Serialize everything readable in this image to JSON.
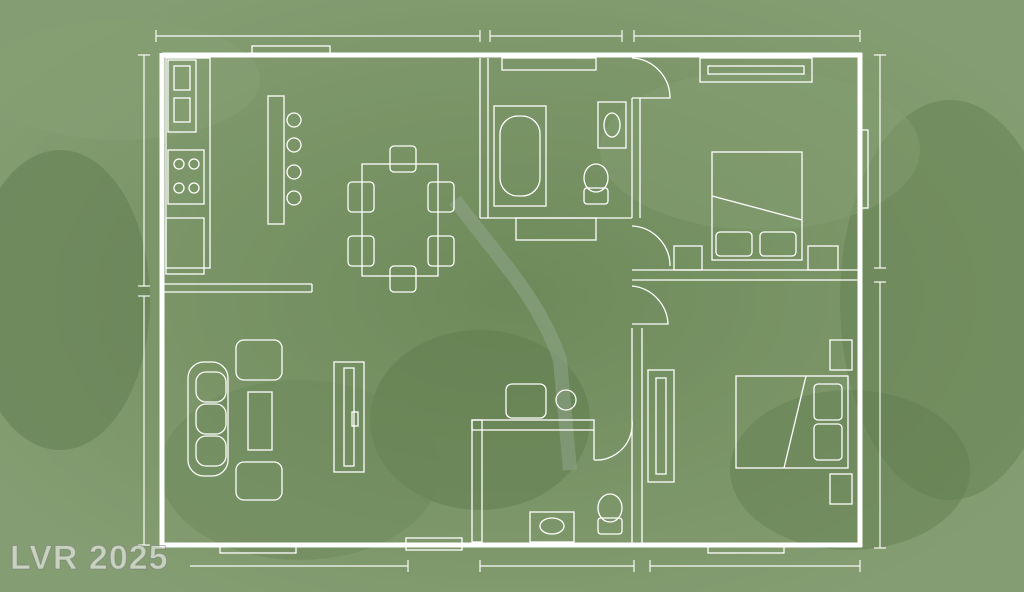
{
  "image": {
    "description_terrain": "aerial-green-farmland",
    "overlay": "floor-plan"
  },
  "watermark": {
    "text": "LVR 2025"
  },
  "colors": {
    "background_green": "#6f8a5c",
    "line_color": "#ffffff"
  }
}
